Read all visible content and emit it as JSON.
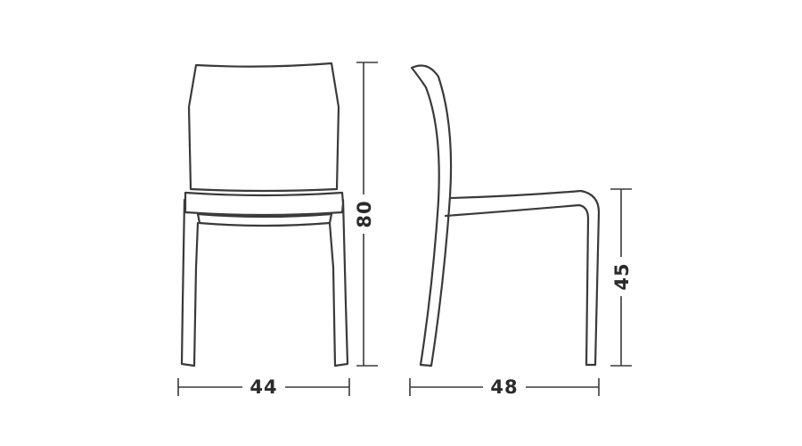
{
  "dimensions": {
    "front_width": "44",
    "total_height": "80",
    "side_depth": "48",
    "seat_height": "45"
  },
  "colors": {
    "line": "#3a3a3a",
    "text": "#2b2b2b",
    "background": "#ffffff"
  }
}
